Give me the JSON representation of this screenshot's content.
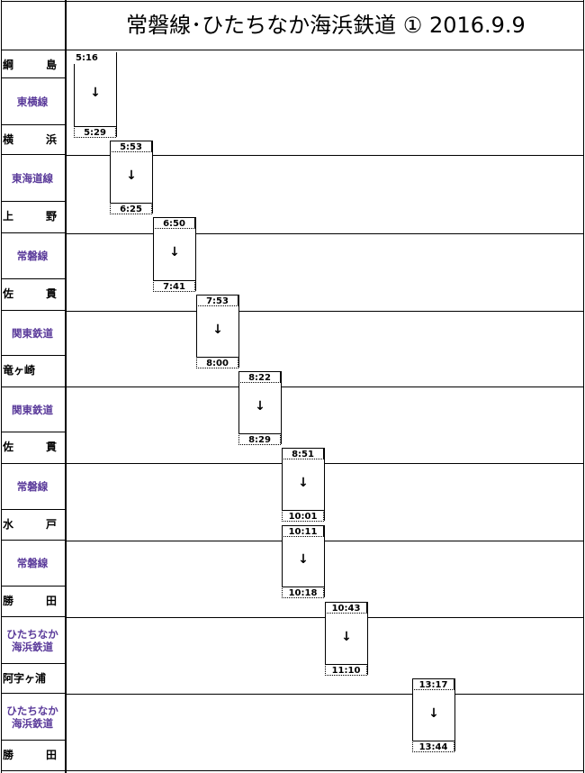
{
  "title": "常磐線･ひたちなか海浜鉄道 ① 2016.9.9",
  "stations": [
    "綱　島",
    "横　浜",
    "上　野",
    "佐　貫",
    "竜ヶ崎",
    "佐　貫",
    "水　戸",
    "勝　田",
    "阿字ヶ浦",
    "勝　田"
  ],
  "lines": [
    "東横線",
    "東海道線",
    "常磐線",
    "関東鉄道",
    "関東鉄道",
    "常磐線",
    "常磐線",
    "ひたちなか\n海浜鉄道",
    "ひたちなか\n海浜鉄道"
  ],
  "segments": [
    {
      "dep": "5:16",
      "arr": "5:29",
      "arrow": "↓"
    },
    {
      "dep": "5:53",
      "arr": "6:25",
      "arrow": "↓"
    },
    {
      "dep": "6:50",
      "arr": "7:41",
      "arrow": "↓"
    },
    {
      "dep": "7:53",
      "arr": "8:00",
      "arrow": "↓"
    },
    {
      "dep": "8:22",
      "arr": "8:29",
      "arrow": "↓"
    },
    {
      "dep": "8:51",
      "arr": "10:01",
      "arrow": "↓"
    },
    {
      "dep": "10:11",
      "arr": "10:18",
      "arrow": "↓"
    },
    {
      "dep": "10:43",
      "arr": "11:10",
      "arrow": "↓"
    },
    {
      "dep": "13:17",
      "arr": "13:44",
      "arrow": "↓"
    }
  ]
}
